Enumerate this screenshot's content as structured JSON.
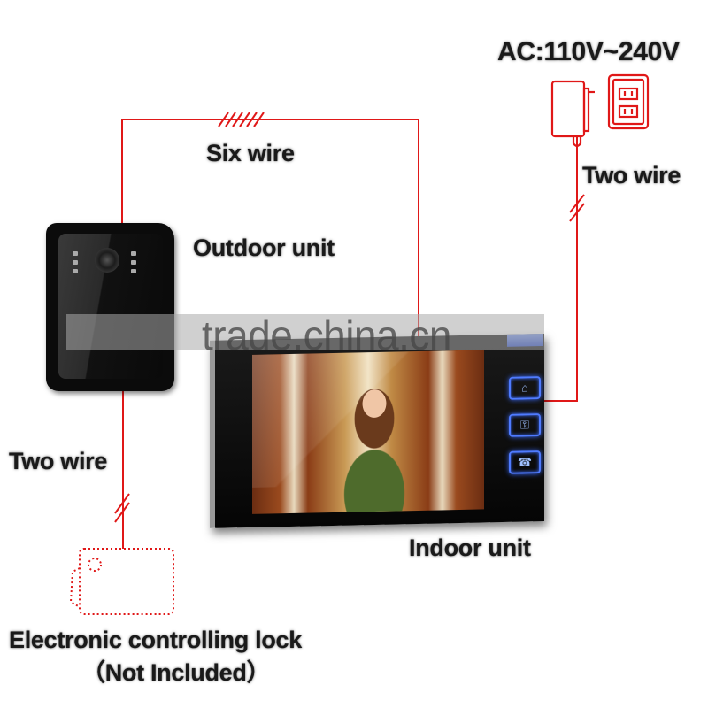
{
  "diagram": {
    "power_label": "AC:110V~240V",
    "labels": {
      "six_wire": "Six wire",
      "two_wire_right": "Two wire",
      "two_wire_left": "Two wire",
      "outdoor_unit": "Outdoor unit",
      "indoor_unit": "Indoor unit",
      "lock_line1": "Electronic controlling lock",
      "lock_line2": "（Not Included）"
    },
    "watermark": "trade.china.cn",
    "components": [
      {
        "id": "power-adapter",
        "icon": "plug-adapter-icon"
      },
      {
        "id": "wall-socket",
        "icon": "wall-socket-icon"
      },
      {
        "id": "outdoor-unit",
        "icon": "doorbell-camera-icon"
      },
      {
        "id": "indoor-unit",
        "icon": "video-monitor-icon"
      },
      {
        "id": "electronic-lock",
        "icon": "lock-icon"
      }
    ],
    "indoor_buttons": [
      {
        "name": "monitor-button",
        "glyph": "⌂"
      },
      {
        "name": "unlock-button",
        "glyph": "⚿"
      },
      {
        "name": "talk-button",
        "glyph": "☎"
      }
    ],
    "colors": {
      "wire": "#e01818",
      "button_glow": "#3a6bff",
      "text": "#1a1a1a"
    }
  }
}
